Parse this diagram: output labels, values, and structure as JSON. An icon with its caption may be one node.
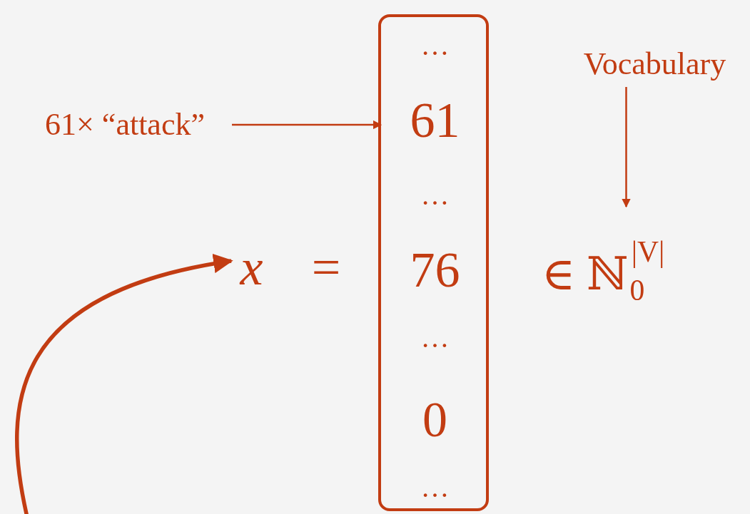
{
  "diagram": {
    "nodes": [
      {
        "text": [],
        "shape": "box"
      },
      {
        "text": [
          "…"
        ],
        "in": 0
      },
      {
        "text": [
          "61"
        ],
        "in": 0
      },
      {
        "text": [
          "…"
        ],
        "in": 0
      },
      {
        "text": [
          "76"
        ],
        "in": 0
      },
      {
        "text": [
          "…"
        ],
        "in": 0
      },
      {
        "text": [
          "0"
        ],
        "in": 0
      },
      {
        "text": [
          "…"
        ],
        "in": 0
      },
      {
        "text": [
          "61× “attack”"
        ]
      },
      {
        "text": [
          "Vocabulary"
        ]
      },
      {
        "text": [
          "*x* ="
        ]
      },
      {
        "text": [
          "∈ ℕ$_{0}$$^{|V|}$"
        ]
      }
    ],
    "edges": [
      {
        "from": 8,
        "to": 2,
        "arrow": "to"
      },
      {
        "from": 9,
        "to": 11,
        "arrow": "to"
      },
      {
        "from": null,
        "to": 10,
        "arrow": "to",
        "style": "thick"
      }
    ]
  }
}
